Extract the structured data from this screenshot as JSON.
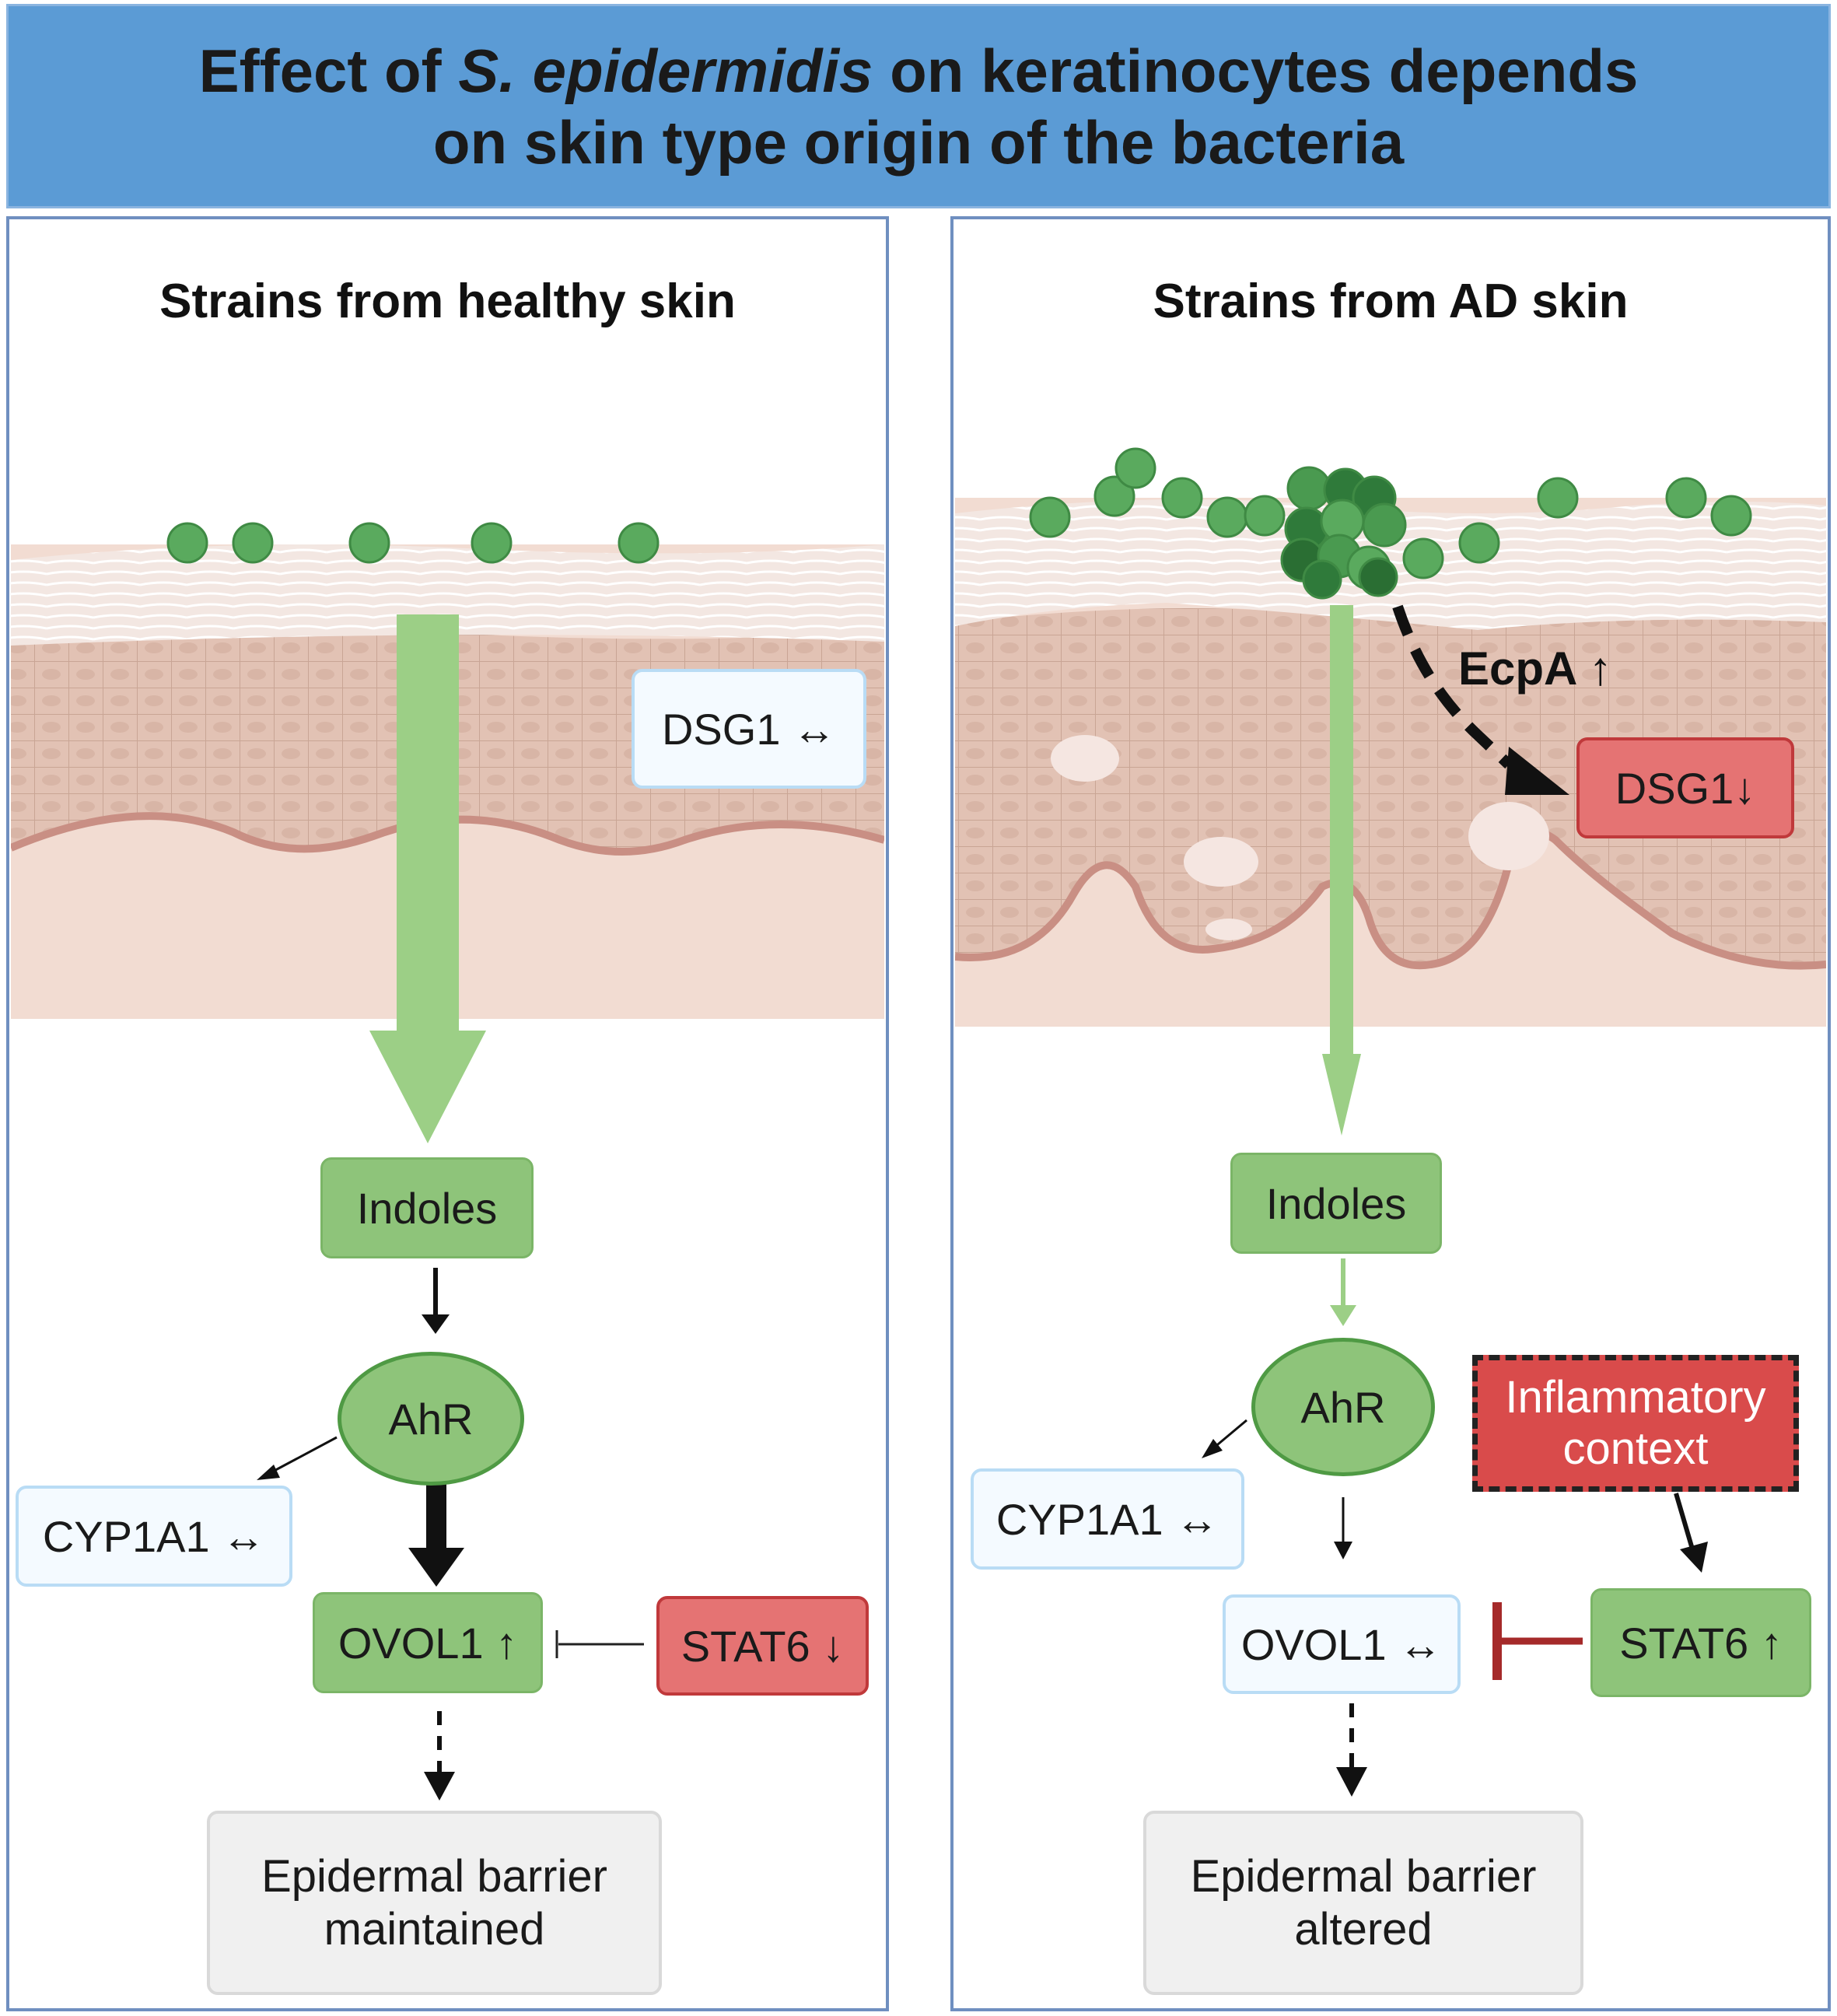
{
  "title": {
    "line1_before": "Effect of ",
    "line1_italic": "S. epidermidis",
    "line1_after": " on keratinocytes depends",
    "line2": "on skin type origin of the bacteria"
  },
  "left_panel": {
    "title": "Strains from healthy skin",
    "dsg1": "DSG1 ↔",
    "indoles": "Indoles",
    "ahr": "AhR",
    "cyp1a1": "CYP1A1 ↔",
    "ovol1": "OVOL1 ↑",
    "stat6": "STAT6 ↓",
    "outcome_line1": "Epidermal barrier",
    "outcome_line2": "maintained"
  },
  "right_panel": {
    "title": "Strains from AD skin",
    "ecpa": "EcpA ↑",
    "dsg1": "DSG1↓",
    "indoles": "Indoles",
    "ahr": "AhR",
    "cyp1a1": "CYP1A1 ↔",
    "ovol1": "OVOL1 ↔",
    "inflammatory_line1": "Inflammatory",
    "inflammatory_line2": "context",
    "stat6": "STAT6 ↑",
    "outcome_line1": "Epidermal barrier",
    "outcome_line2": "altered"
  },
  "colors": {
    "title_bar": "#5b9bd5",
    "green_box": "#8ec47a",
    "red_box": "#e57373",
    "neutral_box": "#f4faff",
    "outcome_box": "#f0f0f0",
    "bacteria": "#5aaa5e",
    "skin": "#e8cfc3",
    "inhibition_red": "#a52a2a"
  }
}
